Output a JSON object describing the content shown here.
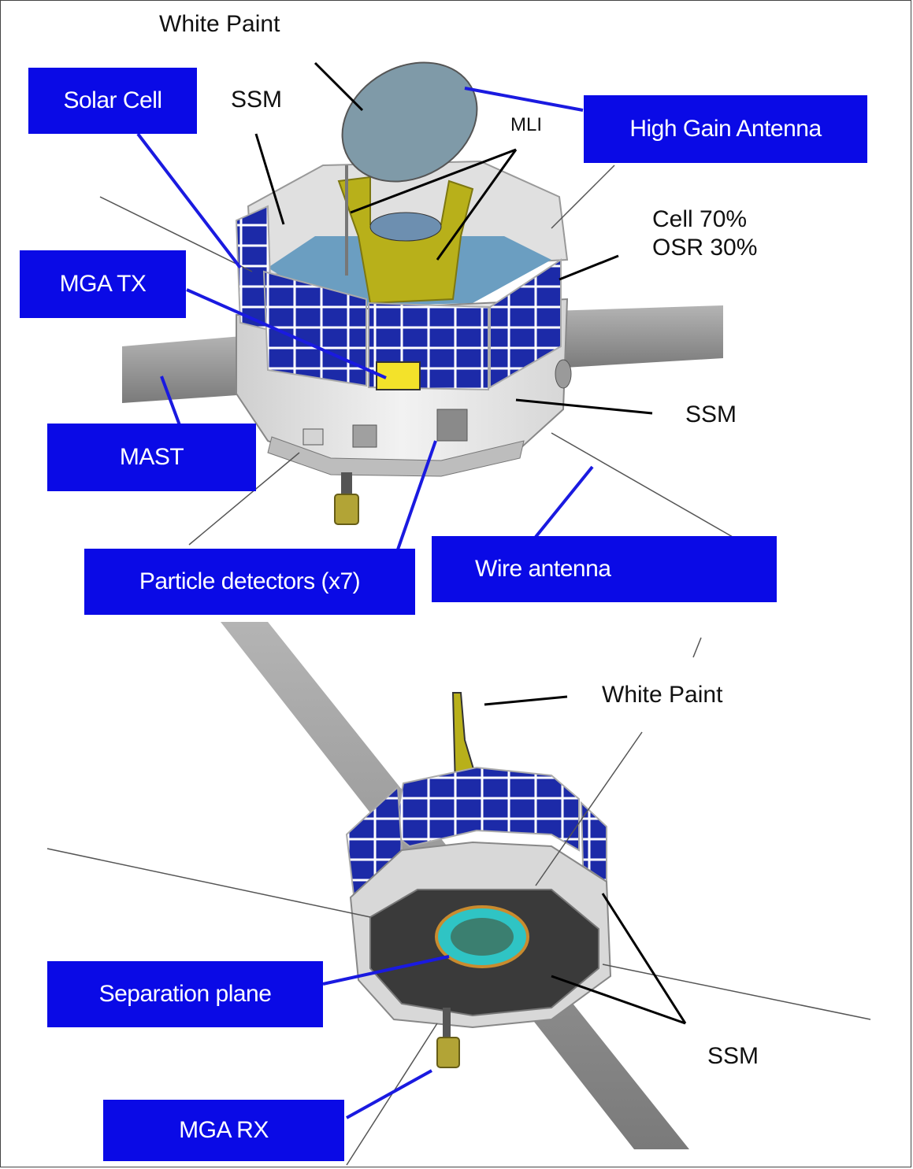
{
  "colors": {
    "label_bg": "#0a0ae6",
    "label_text": "#ffffff",
    "solar_panel": "#1a27a8",
    "body_gray": "#e4e4e4",
    "mli_gold": "#b8b01a",
    "antenna_dish": "#7f9aa8",
    "mast_gray": "#8e8e8e"
  },
  "callouts": {
    "solar_cell": "Solar Cell",
    "high_gain_antenna": "High Gain Antenna",
    "mga_tx": "MGA TX",
    "mast": "MAST",
    "particle_detectors": "Particle detectors (x7)",
    "wire_antenna": "Wire antenna",
    "separation_plane": "Separation plane",
    "mga_rx": "MGA RX"
  },
  "annotations": {
    "white_paint_top": "White Paint",
    "ssm_top": "SSM",
    "mli": "MLI",
    "cell_ratio_line1": "Cell 70%",
    "cell_ratio_line2": "OSR 30%",
    "ssm_right": "SSM",
    "white_paint_bottom": "White Paint",
    "ssm_bottom": "SSM"
  }
}
